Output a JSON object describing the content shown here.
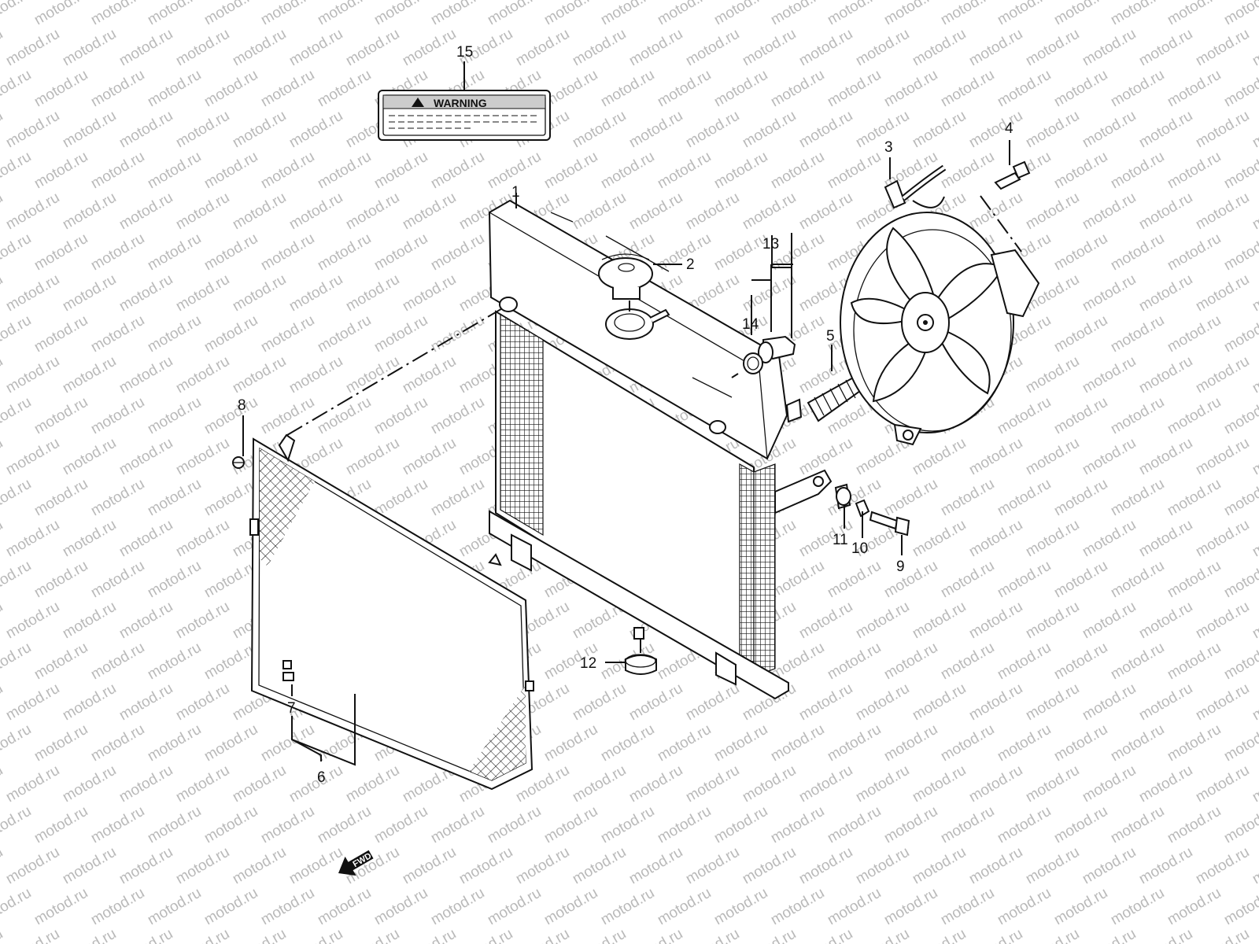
{
  "watermark": "motod.ru",
  "warning_label": {
    "title": "WARNING"
  },
  "fwd_arrow": {
    "text": "FWD"
  },
  "callouts": [
    {
      "id": "1",
      "text": "1"
    },
    {
      "id": "2",
      "text": "2"
    },
    {
      "id": "3",
      "text": "3"
    },
    {
      "id": "4",
      "text": "4"
    },
    {
      "id": "5",
      "text": "5"
    },
    {
      "id": "6",
      "text": "6"
    },
    {
      "id": "7",
      "text": "7"
    },
    {
      "id": "8",
      "text": "8"
    },
    {
      "id": "9",
      "text": "9"
    },
    {
      "id": "10",
      "text": "10"
    },
    {
      "id": "11",
      "text": "11"
    },
    {
      "id": "12",
      "text": "12"
    },
    {
      "id": "13",
      "text": "13"
    },
    {
      "id": "14",
      "text": "14"
    },
    {
      "id": "15",
      "text": "15"
    }
  ],
  "colors": {
    "line": "#111111",
    "watermark": "#b9b9b9",
    "background": "#ffffff"
  }
}
